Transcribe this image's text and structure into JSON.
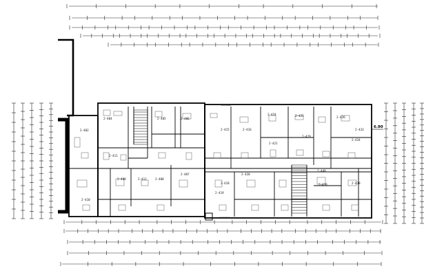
{
  "drawing": {
    "level_mark": "6.90",
    "corridor_label": "CORRIDOR",
    "rooms": [
      {
        "id": "2-402"
      },
      {
        "id": "2-404"
      },
      {
        "id": "2-405"
      },
      {
        "id": "2-406"
      },
      {
        "id": "2-407"
      },
      {
        "id": "2-408"
      },
      {
        "id": "2-409"
      },
      {
        "id": "2-410"
      },
      {
        "id": "2-411"
      },
      {
        "id": "2-412"
      },
      {
        "id": "2-415"
      },
      {
        "id": "2-416"
      },
      {
        "id": "2-418"
      },
      {
        "id": "2-419"
      },
      {
        "id": "2-420"
      },
      {
        "id": "2-421"
      },
      {
        "id": "2-424"
      },
      {
        "id": "2-425"
      },
      {
        "id": "2-426"
      },
      {
        "id": "2-429"
      },
      {
        "id": "2-430"
      },
      {
        "id": "2-433"
      },
      {
        "id": "2-434"
      },
      {
        "id": "2-438"
      },
      {
        "id": "2-440"
      }
    ]
  }
}
